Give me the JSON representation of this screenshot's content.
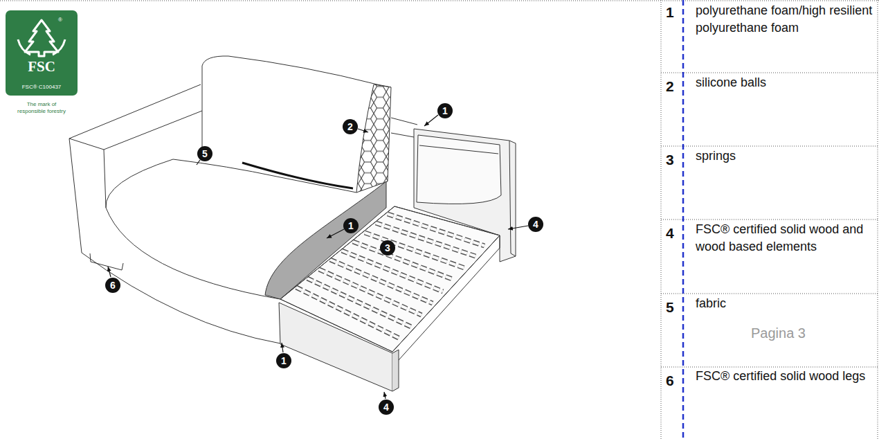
{
  "diagram": {
    "nodes": [
      {
        "text": [
          "®",
          "FSC",
          "FSC® C100437",
          "The mark of responsible forestry"
        ]
      }
    ],
    "labels": [
      "1",
      "2",
      "5",
      "1",
      "3",
      "4",
      "1",
      "4",
      "6",
      "1",
      "polyurethane foam/high resilient polyurethane foam",
      "2",
      "silicone balls",
      "3",
      "springs",
      "4",
      "FSC® certified solid wood and wood based elements",
      "5",
      "fabric",
      "Pagina 3",
      "6",
      "FSC® certified solid wood legs"
    ]
  }
}
